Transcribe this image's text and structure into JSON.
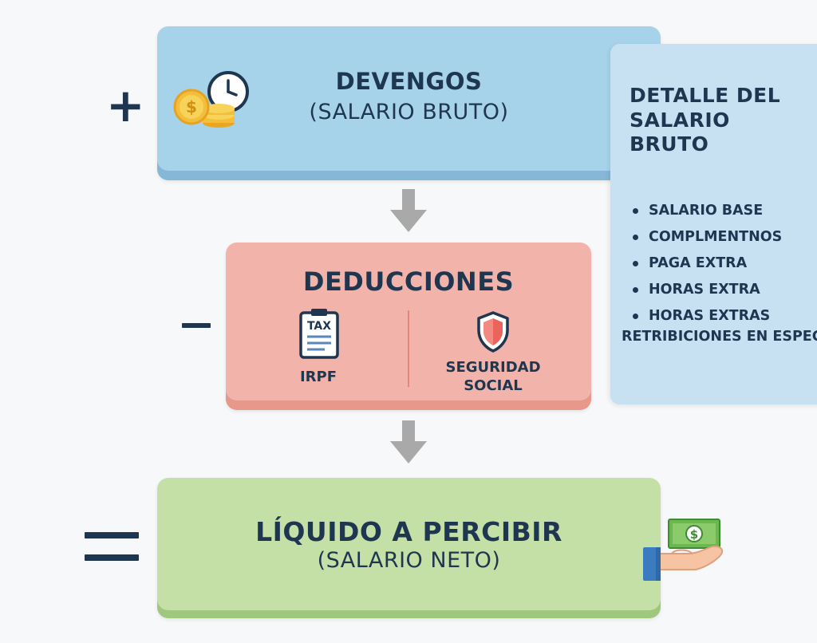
{
  "operators": {
    "plus": "+",
    "minus": "−",
    "equals": "="
  },
  "devengos": {
    "title": "DEVENGOS",
    "subtitle": "(SALARIO BRUTO)",
    "icon": "coins-clock-icon"
  },
  "deducciones": {
    "title": "DEDUCCIONES",
    "items": [
      {
        "label": "IRPF",
        "icon": "tax-clipboard-icon",
        "icon_text": "TAX"
      },
      {
        "label_line1": "SEGURIDAD",
        "label_line2": "SOCIAL",
        "icon": "shield-icon"
      }
    ]
  },
  "liquido": {
    "title": "LÍQUIDO A PERCIBIR",
    "subtitle": "(SALARIO NETO)",
    "icon": "money-hand-icon"
  },
  "detalle": {
    "title": "DETALLE DEL SALARIO BRUTO",
    "items": [
      "SALARIO BASE",
      "COMPLMENTNOS",
      "PAGA EXTRA",
      "HORAS EXTRA",
      "HORAS EXTRAS"
    ],
    "extra": "RETRIBICIONES EN ESPECIE"
  },
  "colors": {
    "devengos": "#a7d3ea",
    "deducciones": "#f2b4aa",
    "liquido": "#c5e0a6",
    "detalle": "#c8e1f2",
    "text": "#1f3650",
    "arrow": "#a9a9a9"
  }
}
